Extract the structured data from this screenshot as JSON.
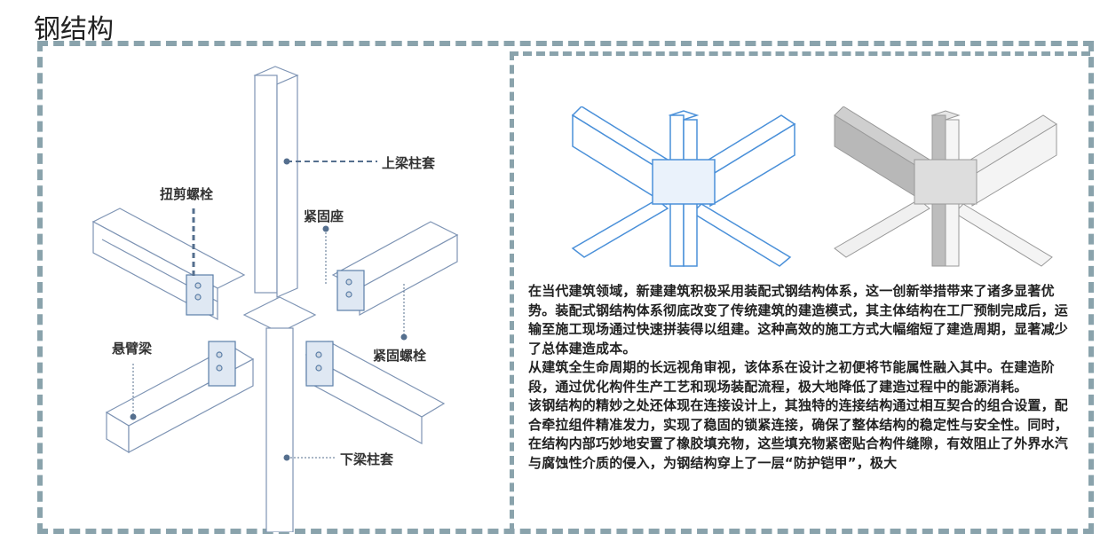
{
  "title": "钢结构",
  "diagram": {
    "labels": {
      "upper_sleeve": "上梁柱套",
      "torsion_bolt": "扭剪螺栓",
      "fastening_seat": "紧固座",
      "cantilever_beam": "悬臂梁",
      "fastening_bolt": "紧固螺栓",
      "lower_sleeve": "下梁柱套"
    }
  },
  "description": [
    "在当代建筑领域，新建建筑积极采用装配式钢结构体系，这一创新举措带来了诸多显著优势。装配式钢结构体系彻底改变了传统建筑的建造模式，其主体结构在工厂预制完成后，运输至施工现场通过快速拼装得以组建。这种高效的施工方式大幅缩短了建造周期，显著减少了总体建造成本。",
    "从建筑全生命周期的长远视角审视，该体系在设计之初便将节能属性融入其中。在建造阶段，通过优化构件生产工艺和现场装配流程，极大地降低了建造过程中的能源消耗。",
    "该钢结构的精妙之处还体现在连接设计上，其独特的连接结构通过相互契合的组合设置，配合牵拉组件精准发力，实现了稳固的锁紧连接，确保了整体结构的稳定性与安全性。同时，在结构内部巧妙地安置了橡胶填充物，这些填充物紧密贴合构件缝隙，有效阻止了外界水汽与腐蚀性介质的侵入，为钢结构穿上了一层“防护铠甲”，极大"
  ],
  "colors": {
    "border": "#8aa3ac",
    "line": "#5b7fa8",
    "blue": "#4a90d9"
  }
}
